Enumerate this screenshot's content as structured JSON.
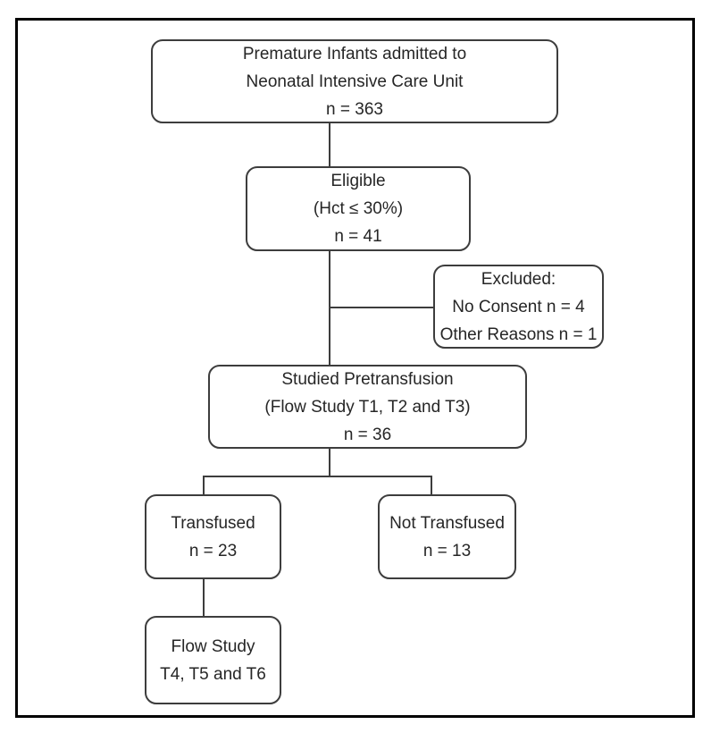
{
  "figure": {
    "colors": {
      "background": "#ffffff",
      "frame": "#000000",
      "box_border": "#3d3d3d",
      "connector": "#3d3d3d",
      "text": "#262626"
    },
    "nodes": [
      {
        "id": "premature-infants",
        "lines": [
          "Premature Infants admitted to",
          "Neonatal Intensive Care Unit",
          "n = 363"
        ]
      },
      {
        "id": "eligible",
        "lines": [
          "Eligible",
          "(Hct ≤ 30%)",
          "n = 41"
        ]
      },
      {
        "id": "excluded",
        "lines": [
          "Excluded:",
          "No Consent n = 4",
          "Other Reasons n = 1"
        ]
      },
      {
        "id": "studied",
        "lines": [
          "Studied Pretransfusion",
          "(Flow Study T1, T2 and T3)",
          "n = 36"
        ]
      },
      {
        "id": "transfused",
        "lines": [
          "Transfused",
          "n = 23"
        ]
      },
      {
        "id": "not-transfused",
        "lines": [
          "Not Transfused",
          "n = 13"
        ]
      },
      {
        "id": "flow-study",
        "lines": [
          "Flow Study",
          "T4, T5 and T6"
        ]
      }
    ],
    "edges": [
      {
        "from": "premature-infants",
        "to": "eligible"
      },
      {
        "from": "eligible",
        "to": "studied"
      },
      {
        "from": "eligible",
        "to": "excluded"
      },
      {
        "from": "studied",
        "to": "transfused"
      },
      {
        "from": "studied",
        "to": "not-transfused"
      },
      {
        "from": "transfused",
        "to": "flow-study"
      }
    ]
  }
}
